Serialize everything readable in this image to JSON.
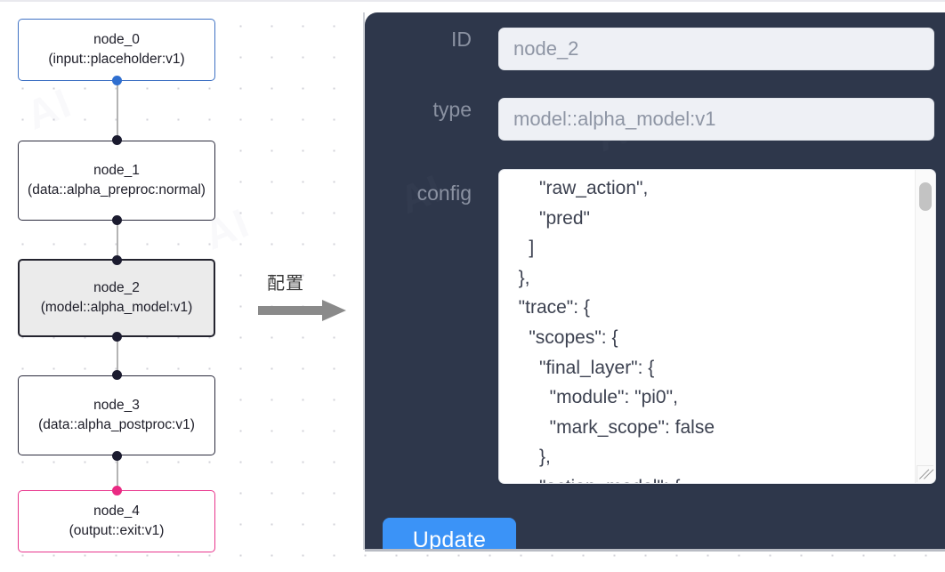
{
  "graph": {
    "nodes": [
      {
        "id": "node_0",
        "title": "node_0",
        "subtitle": "(input::placeholder:v1)",
        "variant": "input",
        "border_color": "#3f72c4",
        "selected": false
      },
      {
        "id": "node_1",
        "title": "node_1",
        "subtitle": "(data::alpha_preproc:normal)",
        "variant": "default",
        "border_color": "#2b2b3d",
        "selected": false
      },
      {
        "id": "node_2",
        "title": "node_2",
        "subtitle": "(model::alpha_model:v1)",
        "variant": "selected",
        "border_color": "#24242f",
        "selected": true
      },
      {
        "id": "node_3",
        "title": "node_3",
        "subtitle": "(data::alpha_postproc:v1)",
        "variant": "default",
        "border_color": "#2b2b3d",
        "selected": false
      },
      {
        "id": "node_4",
        "title": "node_4",
        "subtitle": "(output::exit:v1)",
        "variant": "output",
        "border_color": "#e8358c",
        "selected": false
      }
    ],
    "edge_color": "#b4b4b4",
    "handle_color": "#1b1b2f",
    "handle_color_input": "#2f6fd0",
    "handle_color_output": "#ea2a83"
  },
  "annotation": {
    "label": "配置",
    "arrow_color": "#8a8a8a"
  },
  "panel": {
    "background": "#2e374b",
    "fields": [
      {
        "label": "ID",
        "value": "node_2",
        "name": "id"
      },
      {
        "label": "type",
        "value": "model::alpha_model:v1",
        "name": "type"
      }
    ],
    "config": {
      "label": "config",
      "value": "      \"raw_action\",\n      \"pred\"\n    ]\n  },\n  \"trace\": {\n    \"scopes\": {\n      \"final_layer\": {\n        \"module\": \"pi0\",\n        \"mark_scope\": false\n      },\n      \"action_model\": {"
    },
    "update_label": "Update",
    "update_color": "#3b93f7"
  },
  "watermark": {
    "text": "AI"
  }
}
